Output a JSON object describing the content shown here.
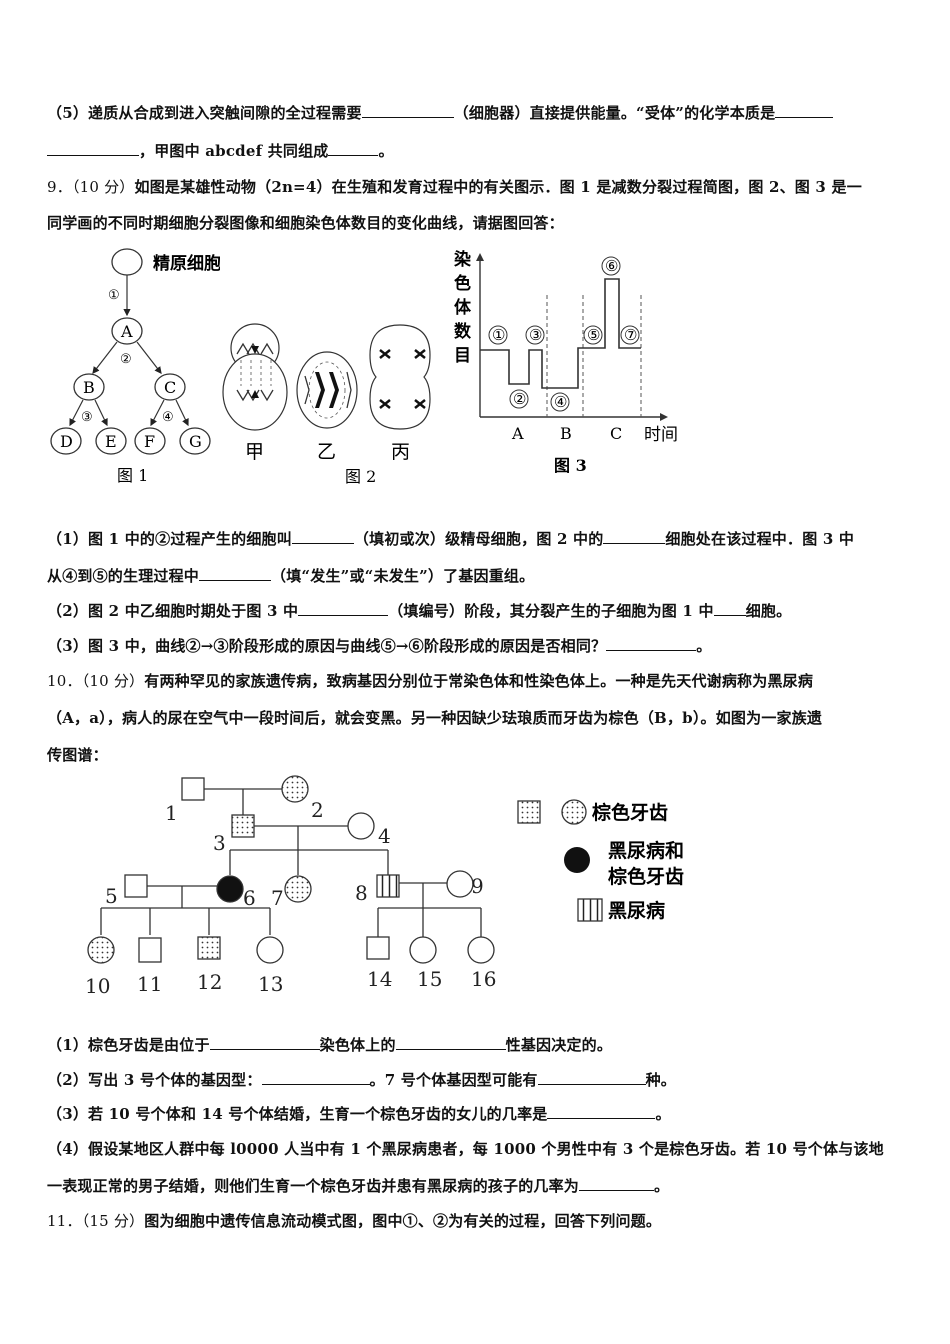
{
  "q8_tail": {
    "line1_a": "（5）递质从合成到进入突触间隙的全过程需要",
    "line1_b": "（细胞器）直接提供能量。“受体”的化学本质是",
    "line2_a": "，甲图中 abcdef 共同组成",
    "line2_b": "。"
  },
  "q9": {
    "number": "9．",
    "score": "（10 分）",
    "stem_line1": "如图是某雄性动物（2n=4）在生殖和发育过程中的有关图示．图 1 是减数分裂过程简图，图 2、图 3 是一",
    "stem_line2": "同学画的不同时期细胞分裂图像和细胞染色体数目的变化曲线，请据图回答：",
    "fig1": {
      "caption": "图 1",
      "top_label": "精原细胞",
      "nodes": [
        "A",
        "B",
        "C",
        "D",
        "E",
        "F",
        "G"
      ],
      "steps": [
        "①",
        "②",
        "③",
        "④"
      ]
    },
    "fig2": {
      "caption": "图 2",
      "cells": [
        "甲",
        "乙",
        "丙"
      ]
    },
    "fig3": {
      "caption": "图 3",
      "ylabel": "染色体数目",
      "xlabel": "时间",
      "stages": [
        "A",
        "B",
        "C"
      ],
      "segments": [
        "①",
        "②",
        "③",
        "④",
        "⑤",
        "⑥",
        "⑦"
      ]
    },
    "sub1_line1_a": "（1）图 1 中的②过程产生的细胞叫",
    "sub1_line1_b": "（填初或次）级精母细胞，图 2 中的",
    "sub1_line1_c": "细胞处在该过程中．图 3 中",
    "sub1_line2_a": "从④到⑤的生理过程中",
    "sub1_line2_b": "（填“发生”或“未发生”）了基因重组。",
    "sub2_a": "（2）图 2 中乙细胞时期处于图 3 中",
    "sub2_b": "（填编号）阶段，其分裂产生的子细胞为图 1 中",
    "sub2_c": "细胞。",
    "sub3_a": "（3）图 3 中，曲线②→③阶段形成的原因与曲线⑤→⑥阶段形成的原因是否相同？",
    "sub3_b": "。"
  },
  "q10": {
    "number": "10．",
    "score": "（10 分）",
    "stem_line1": "有两种罕见的家族遗传病，致病基因分别位于常染色体和性染色体上。一种是先天代谢病称为黑尿病",
    "stem_line2": "（A，a），病人的尿在空气中一段时间后，就会变黑。另一种因缺少珐琅质而牙齿为棕色（B，b）。如图为一家族遗",
    "stem_line3": "传图谱：",
    "pedigree": {
      "individuals": [
        "1",
        "2",
        "3",
        "4",
        "5",
        "6",
        "7",
        "8",
        "9",
        "10",
        "11",
        "12",
        "13",
        "14",
        "15",
        "16"
      ],
      "legend": {
        "brown_teeth": "棕色牙齿",
        "both_line1": "黑尿病和",
        "both_line2": "棕色牙齿",
        "alkaptonuria": "黑尿病"
      }
    },
    "sub1_a": "（1）棕色牙齿是由位于",
    "sub1_b": "染色体上的",
    "sub1_c": "性基因决定的。",
    "sub2_a": "（2）写出 3 号个体的基因型：",
    "sub2_b": "。7 号个体基因型可能有",
    "sub2_c": "种。",
    "sub3_a": "（3）若 10 号个体和 14 号个体结婚，生育一个棕色牙齿的女儿的几率是",
    "sub3_b": "。",
    "sub4_line1": "（4）假设某地区人群中每 l0000 人当中有 1 个黑尿病患者，每 1000 个男性中有 3 个是棕色牙齿。若 10 号个体与该地",
    "sub4_line2_a": "一表现正常的男子结婚，则他们生育一个棕色牙齿并患有黑尿病的孩子的几率为",
    "sub4_line2_b": "。"
  },
  "q11": {
    "number": "11．",
    "score": "（15 分）",
    "stem": "图为细胞中遗传信息流动模式图，图中①、②为有关的过程，回答下列问题。"
  }
}
